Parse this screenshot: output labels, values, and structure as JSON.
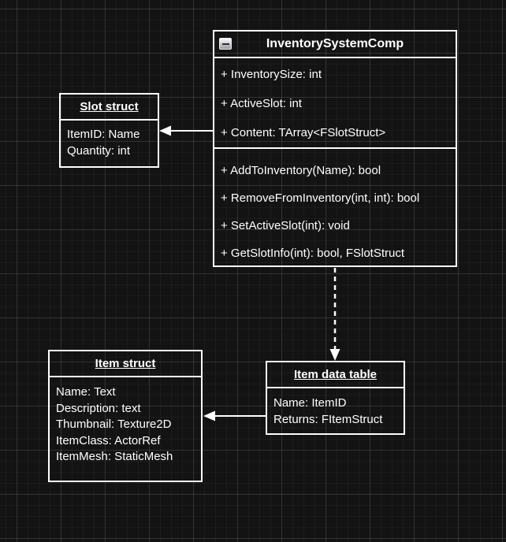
{
  "diagram": {
    "colors": {
      "stroke": "#ffffff",
      "text": "#ffffff",
      "background": "#131313"
    },
    "main_class": {
      "title": "InventorySystemComp",
      "collapse_icon": "minus",
      "attributes": [
        "+ InventorySize: int",
        "+ ActiveSlot: int",
        "+ Content: TArray<FSlotStruct>"
      ],
      "methods": [
        "+ AddToInventory(Name): bool",
        "+ RemoveFromInventory(int, int): bool",
        "+ SetActiveSlot(int): void",
        "+ GetSlotInfo(int): bool, FSlotStruct"
      ]
    },
    "slot_struct": {
      "title": "Slot struct",
      "fields": [
        "ItemID: Name",
        "Quantity: int"
      ]
    },
    "item_struct": {
      "title": "Item struct",
      "fields": [
        "Name: Text",
        "Description: text",
        "Thumbnail: Texture2D",
        "ItemClass: ActorRef",
        "ItemMesh: StaticMesh"
      ]
    },
    "item_data_table": {
      "title": "Item data table",
      "fields": [
        "Name: ItemID",
        "Returns: FItemStruct"
      ]
    },
    "connectors": [
      {
        "name": "comp-to-slot-struct",
        "style": "solid",
        "arrowhead": "filled-left"
      },
      {
        "name": "comp-to-item-data-table",
        "style": "dashed",
        "arrowhead": "filled-down"
      },
      {
        "name": "item-data-table-to-item-struct",
        "style": "solid",
        "arrowhead": "filled-left"
      }
    ]
  }
}
